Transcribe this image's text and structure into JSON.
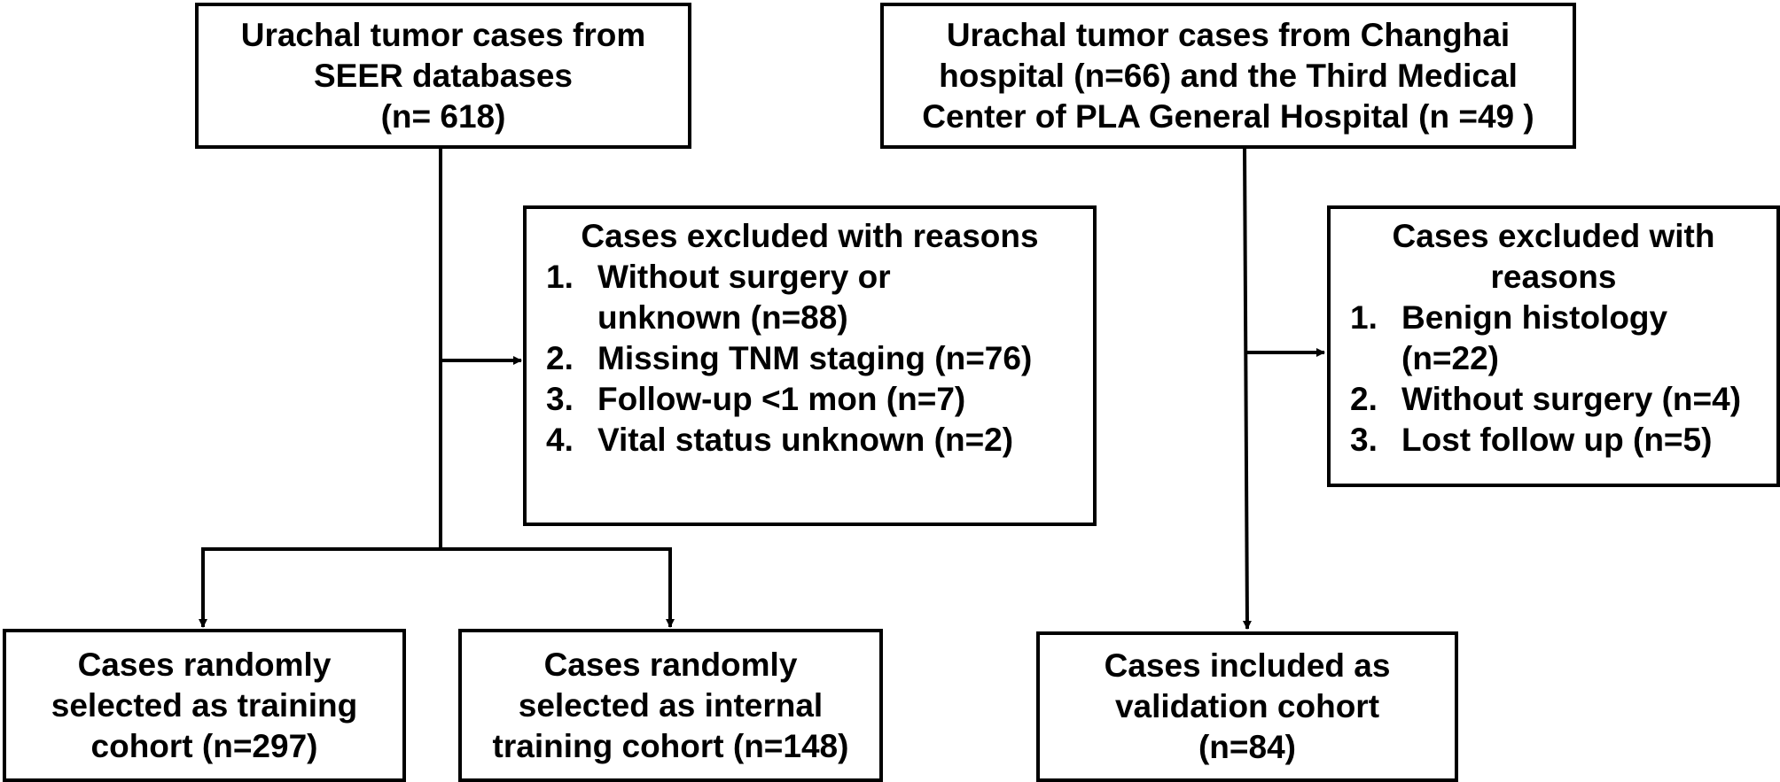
{
  "seer_source": {
    "lines": [
      "Urachal tumor cases from",
      "SEER databases",
      "(n= 618)"
    ]
  },
  "hospital_source": {
    "lines": [
      "Urachal tumor cases from Changhai",
      "hospital (n=66) and the Third Medical",
      "Center of PLA General Hospital (n =49 )"
    ]
  },
  "seer_exclusion": {
    "title": "Cases excluded with reasons",
    "items": [
      {
        "num": "1.",
        "lines": [
          "Without surgery or",
          "unknown (n=88)"
        ]
      },
      {
        "num": "2.",
        "lines": [
          "Missing TNM staging (n=76)"
        ]
      },
      {
        "num": "3.",
        "lines": [
          "Follow-up <1 mon (n=7)"
        ]
      },
      {
        "num": "4.",
        "lines": [
          "Vital status unknown (n=2)"
        ]
      }
    ]
  },
  "hospital_exclusion": {
    "title_lines": [
      "Cases excluded with",
      "reasons"
    ],
    "items": [
      {
        "num": "1.",
        "lines": [
          "Benign histology",
          "(n=22)"
        ]
      },
      {
        "num": "2.",
        "lines": [
          "Without surgery (n=4)"
        ]
      },
      {
        "num": "3.",
        "lines": [
          "Lost follow up (n=5)"
        ]
      }
    ]
  },
  "training_cohort": {
    "lines": [
      "Cases randomly",
      "selected  as training",
      "cohort (n=297)"
    ]
  },
  "internal_training_cohort": {
    "lines": [
      "Cases randomly",
      "selected  as internal",
      "training cohort (n=148)"
    ]
  },
  "validation_cohort": {
    "lines": [
      "Cases included as",
      "validation cohort",
      "(n=84)"
    ]
  }
}
